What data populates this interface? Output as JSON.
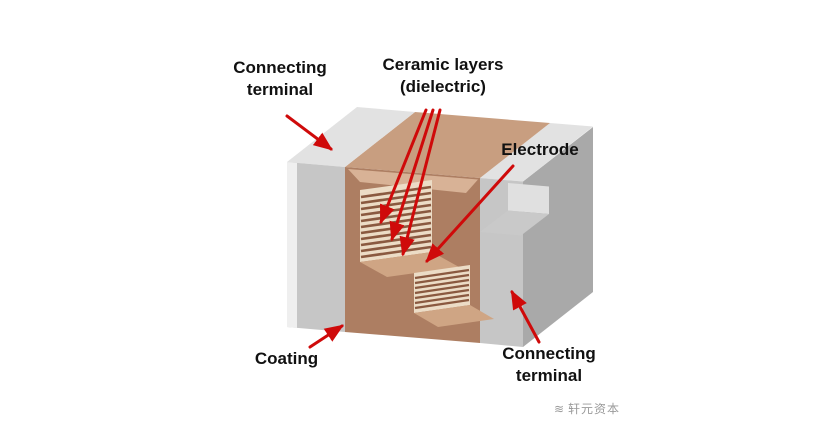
{
  "diagram": {
    "labels": {
      "terminal_top": {
        "line1": "Connecting",
        "line2": "terminal"
      },
      "ceramic": {
        "line1": "Ceramic layers",
        "line2": "(dielectric)"
      },
      "electrode": "Electrode",
      "coating": "Coating",
      "terminal_bottom": {
        "line1": "Connecting",
        "line2": "terminal"
      }
    },
    "watermark": {
      "icon": "≋",
      "text": "轩元资本"
    },
    "colors": {
      "arrow-red": "#cf0a0a",
      "label-ink": "#111111",
      "terminal-front": "#c6c6c6",
      "terminal-top": "#e2e2e2",
      "terminal-side": "#a9a9a9",
      "terminal-highlight": "#efefef",
      "coating-front": "#ad7e62",
      "ceramic-top": "#c89e80",
      "rim-tan": "#d8b296",
      "floor-tan": "#cfa584",
      "stripe-light": "#ecdcc6",
      "stripe-dark": "#8a5940",
      "notch-wall": "#e0e0e0",
      "notch-floor": "#c9c9c9",
      "watermark-gray": "#9a9a9a"
    }
  }
}
